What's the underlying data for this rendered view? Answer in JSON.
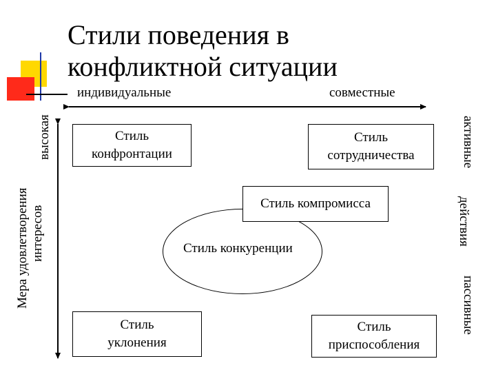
{
  "title": "Стили   поведения в\nконфликтной ситуации",
  "axes": {
    "top_left": "индивидуальные",
    "top_right": "совместные",
    "left_outer": "Мера удовлетворения",
    "left_inner": "интересов",
    "left_high": "высокая",
    "right_active": "активные",
    "right_actions": "действия",
    "right_passive": "пассивные"
  },
  "styles": {
    "confrontation": "Стиль\nконфронтации",
    "cooperation": "Стиль\nсотрудничества",
    "compromise": "Стиль компромисса",
    "competition": "Стиль конкуренции",
    "avoidance": "Стиль\nуклонения",
    "accommodation": "Стиль\nприспособления"
  },
  "colors": {
    "deco_yellow": "#ffd800",
    "deco_red": "#ff2a1a",
    "deco_blue": "#1f39a8",
    "line": "#000000"
  }
}
